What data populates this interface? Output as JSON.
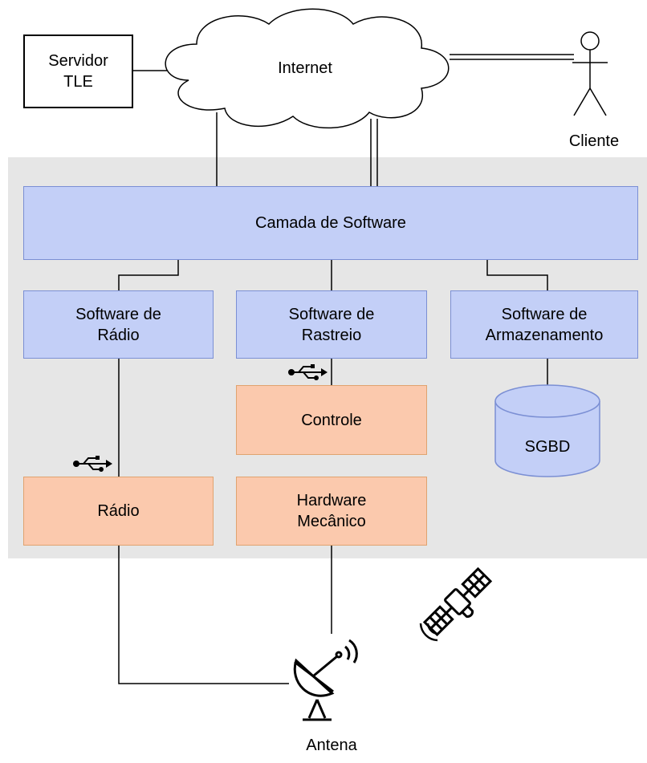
{
  "nodes": {
    "servidor_tle": "Servidor\nTLE",
    "internet": "Internet",
    "cliente": "Cliente",
    "camada_software": "Camada de Software",
    "software_radio": "Software de\nRádio",
    "software_rastreio": "Software de\nRastreio",
    "software_armazenamento": "Software de\nArmazenamento",
    "controle": "Controle",
    "sgbd": "SGBD",
    "radio": "Rádio",
    "hardware_mecanico": "Hardware\nMecânico",
    "antena": "Antena"
  },
  "colors": {
    "software": "#c3cff7",
    "hardware": "#fbc9ad",
    "region": "#e6e6e6"
  },
  "icons": [
    "usb-icon",
    "satellite-icon",
    "satellite-dish-icon",
    "stick-figure-icon",
    "cloud-icon",
    "database-icon"
  ]
}
